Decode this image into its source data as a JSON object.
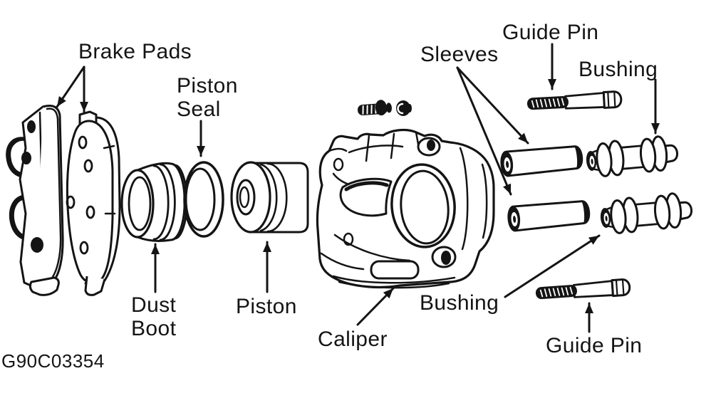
{
  "figure": {
    "code": "G90C03354",
    "ink_color": "#141414",
    "background_color": "#ffffff",
    "type": "exploded-view brake caliper assembly diagram"
  },
  "labels": {
    "brake_pads": "Brake Pads",
    "piston_seal": [
      "Piston",
      "Seal"
    ],
    "sleeves": "Sleeves",
    "guide_pin_top": "Guide Pin",
    "bushing_top": "Bushing",
    "dust_boot": [
      "Dust",
      "Boot"
    ],
    "piston": "Piston",
    "caliper": "Caliper",
    "bushing_bottom": "Bushing",
    "guide_pin_bottom": "Guide Pin"
  }
}
